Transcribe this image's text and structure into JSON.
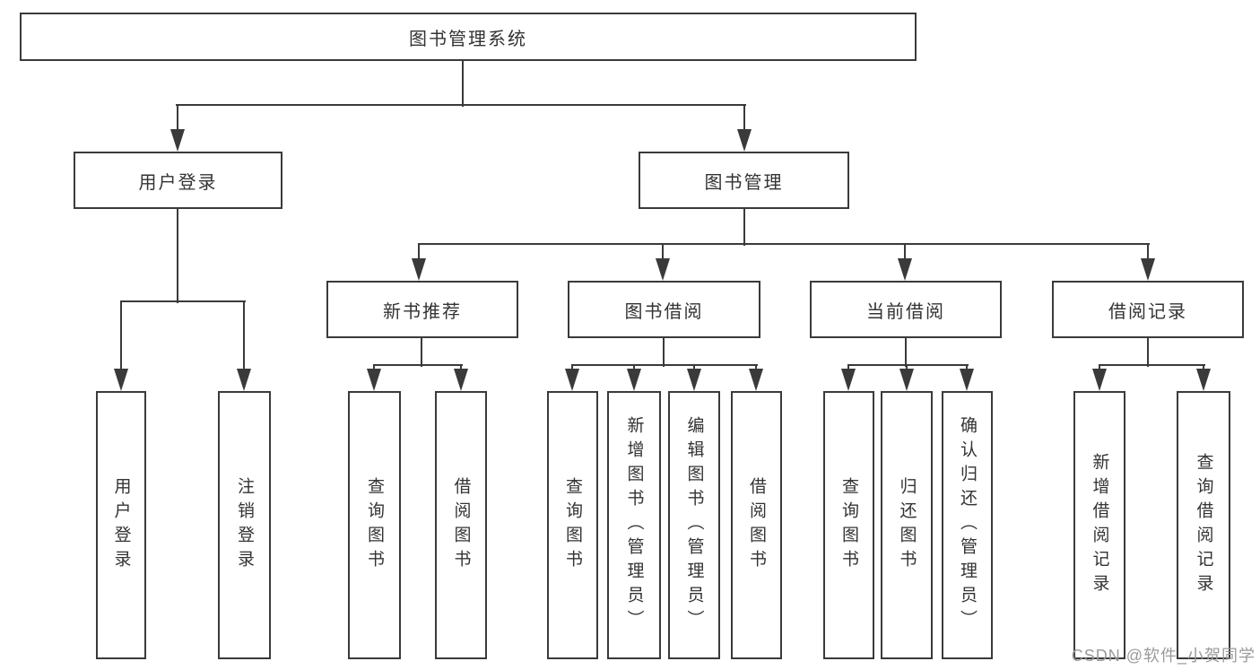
{
  "tree": {
    "label": "图书管理系统",
    "children": [
      {
        "label": "用户登录",
        "children": [
          {
            "label": "用户登录"
          },
          {
            "label": "注销登录"
          }
        ]
      },
      {
        "label": "图书管理",
        "children": [
          {
            "label": "新书推荐",
            "children": [
              {
                "label": "查询图书"
              },
              {
                "label": "借阅图书"
              }
            ]
          },
          {
            "label": "图书借阅",
            "children": [
              {
                "label": "查询图书"
              },
              {
                "label": "新增图书（管理员）"
              },
              {
                "label": "编辑图书（管理员）"
              },
              {
                "label": "借阅图书"
              }
            ]
          },
          {
            "label": "当前借阅",
            "children": [
              {
                "label": "查询图书"
              },
              {
                "label": "归还图书"
              },
              {
                "label": "确认归还（管理员）"
              }
            ]
          },
          {
            "label": "借阅记录",
            "children": [
              {
                "label": "新增借阅记录"
              },
              {
                "label": "查询借阅记录"
              }
            ]
          }
        ]
      }
    ]
  },
  "watermark": {
    "text": "CSDN @软件_小贺同学"
  },
  "colors": {
    "line": "#3a3a3a",
    "text": "#333333",
    "box_fill": "#ffffff",
    "watermark": "#9a9a9a",
    "background": "#ffffff"
  }
}
